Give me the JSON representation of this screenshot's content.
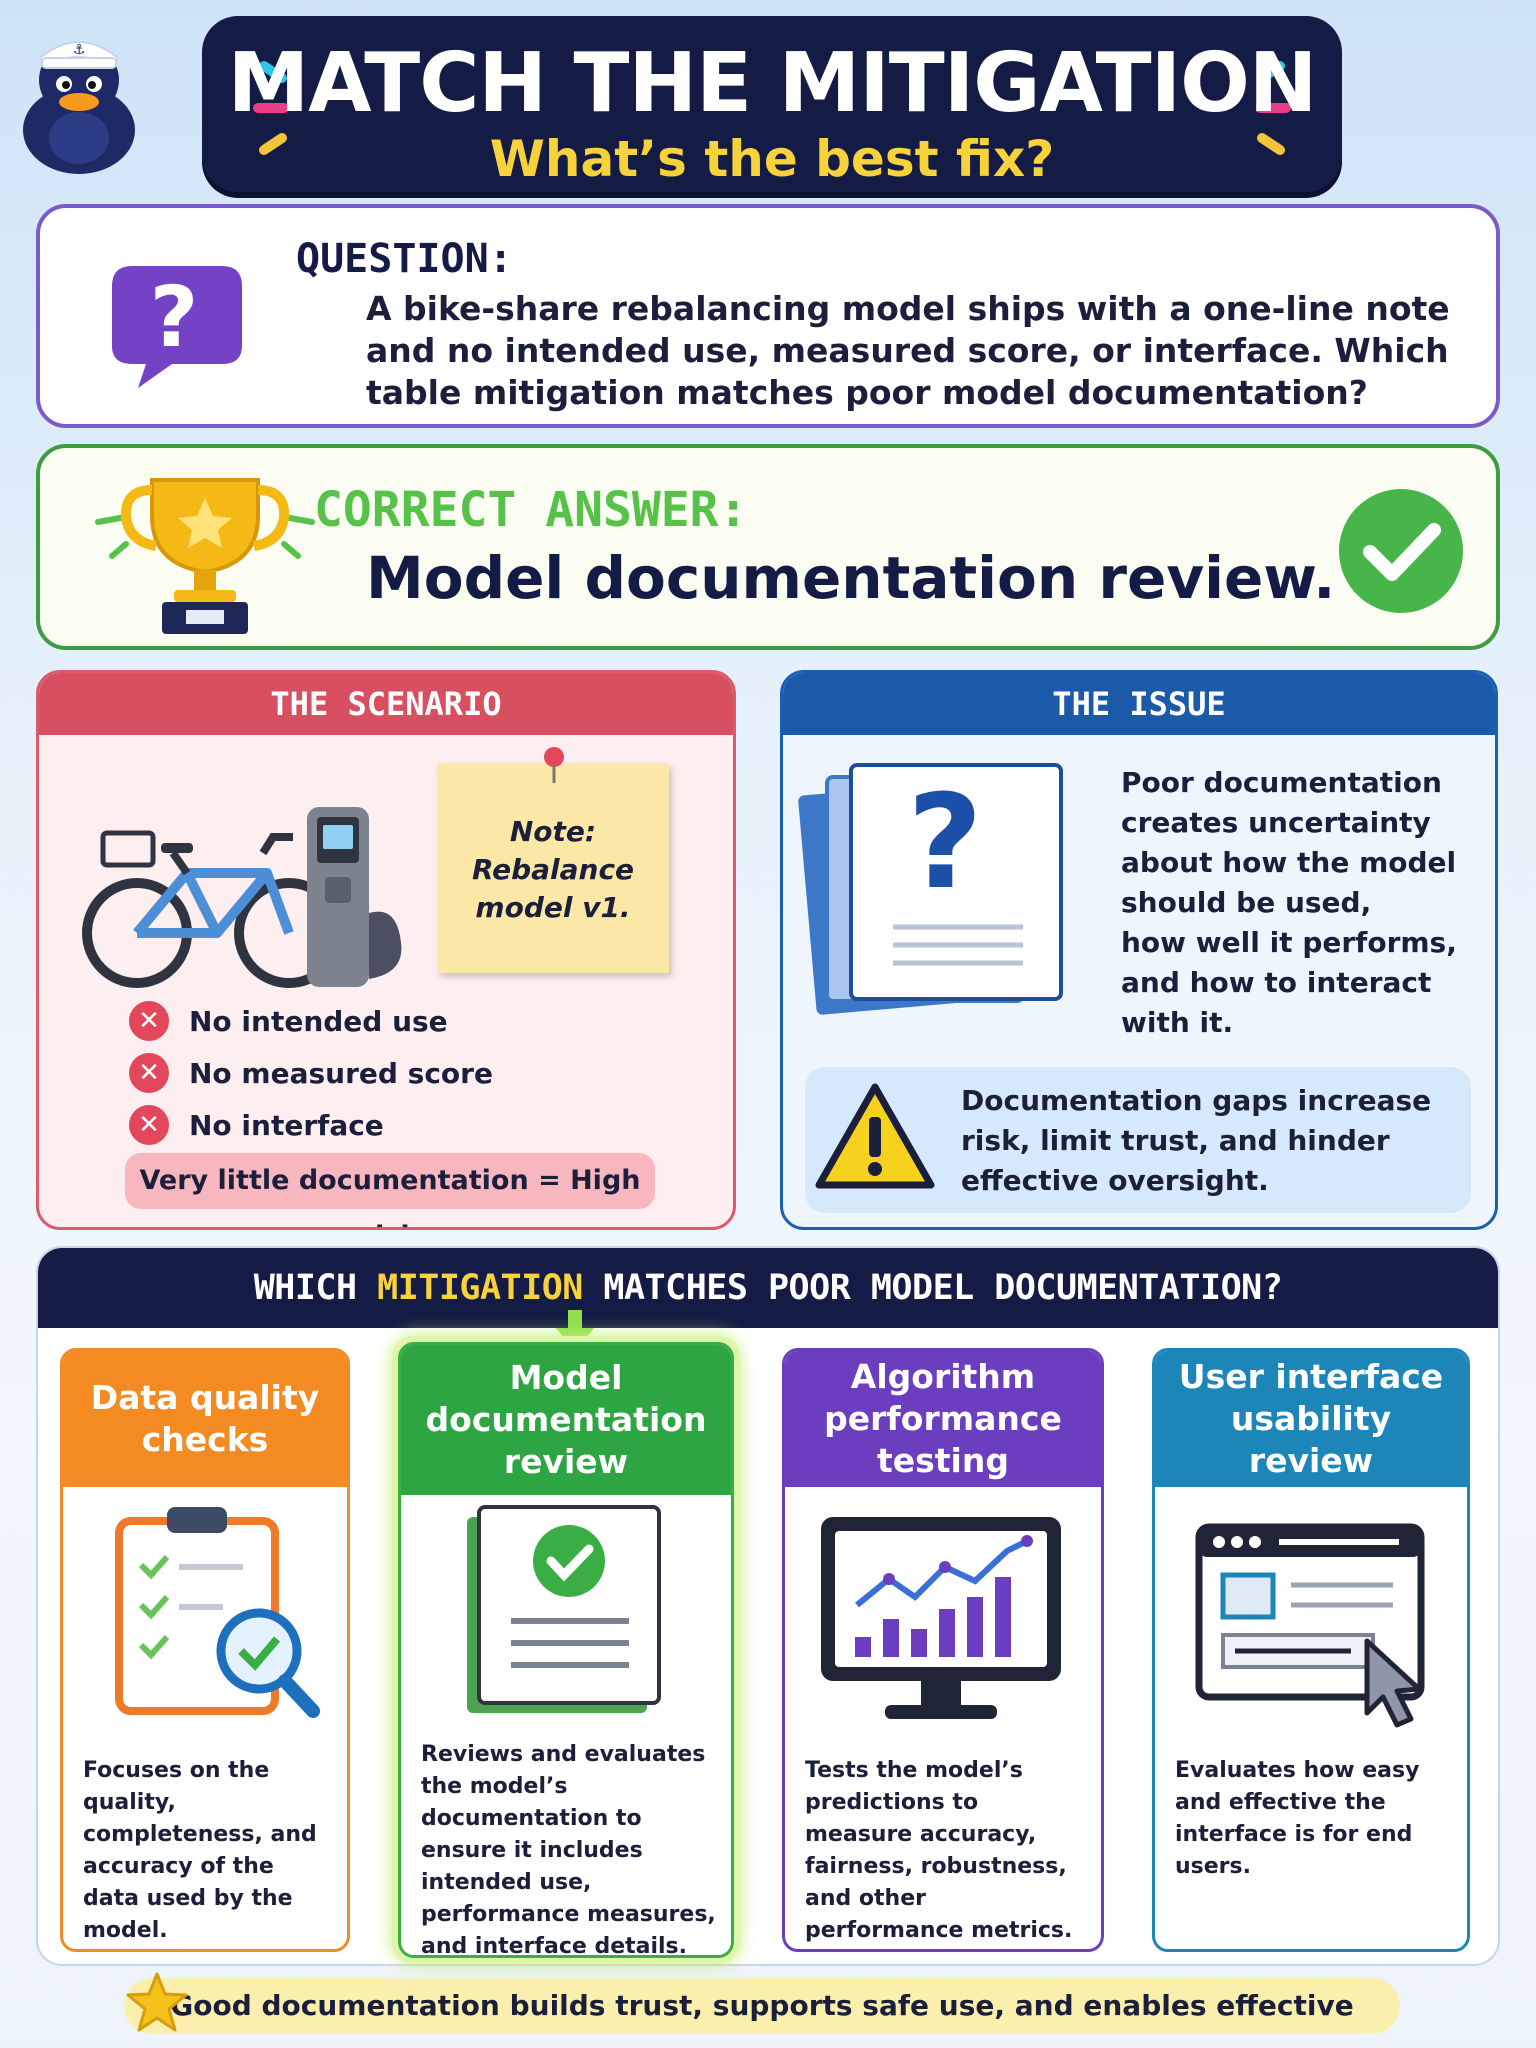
{
  "header": {
    "title": "MATCH THE MITIGATION",
    "subtitle": "What’s the best fix?"
  },
  "question": {
    "label": "QUESTION:",
    "text": "A bike-share rebalancing model ships with a one-line note and no intended use, measured score, or interface. Which table mitigation matches poor model documentation?"
  },
  "answer": {
    "label": "CORRECT ANSWER:",
    "text": "Model documentation review."
  },
  "scenario": {
    "heading": "THE SCENARIO",
    "note": "Note:\nRebalance\nmodel v1.",
    "missing": [
      "No intended use",
      "No measured score",
      "No interface"
    ],
    "risk": "Very little documentation = High risk"
  },
  "issue": {
    "heading": "THE ISSUE",
    "text": "Poor documentation\ncreates uncertainty\nabout how the model\nshould be used,\nhow well it performs,\nand how to interact\nwith it.",
    "warning": "Documentation gaps increase risk, limit trust, and hinder effective oversight."
  },
  "mitigations": {
    "heading_pre": "WHICH ",
    "heading_hl": "MITIGATION",
    "heading_post": " MATCHES POOR MODEL DOCUMENTATION?",
    "options": [
      {
        "title": "Data quality\nchecks",
        "desc": "Focuses on the quality, completeness, and accuracy of the data used by the model."
      },
      {
        "title": "Model\ndocumentation\nreview",
        "desc": "Reviews and evaluates the model’s documentation to ensure it includes intended use, performance measures, and interface details."
      },
      {
        "title": "Algorithm\nperformance\ntesting",
        "desc": "Tests the model’s predictions to measure accuracy, fairness, robustness, and other performance metrics."
      },
      {
        "title": "User interface\nusability review",
        "desc": "Evaluates how easy and effective the interface is for end users."
      }
    ],
    "correct_index": 1
  },
  "footer": {
    "text": "Good documentation builds trust, supports safe use, and enables effective oversight."
  },
  "icons": {
    "mascot": "sailor-duck-icon",
    "question": "question-bubble-icon",
    "trophy": "trophy-icon",
    "check": "check-circle-icon",
    "warning": "warning-triangle-icon",
    "star": "star-icon"
  },
  "colors": {
    "navy": "#141c45",
    "yellow": "#f7d23b",
    "green": "#57c24a",
    "red": "#d94f62",
    "blue": "#1a5aa8",
    "orange": "#f38a22",
    "purple": "#6b3dbf",
    "teal": "#1d86b8"
  }
}
